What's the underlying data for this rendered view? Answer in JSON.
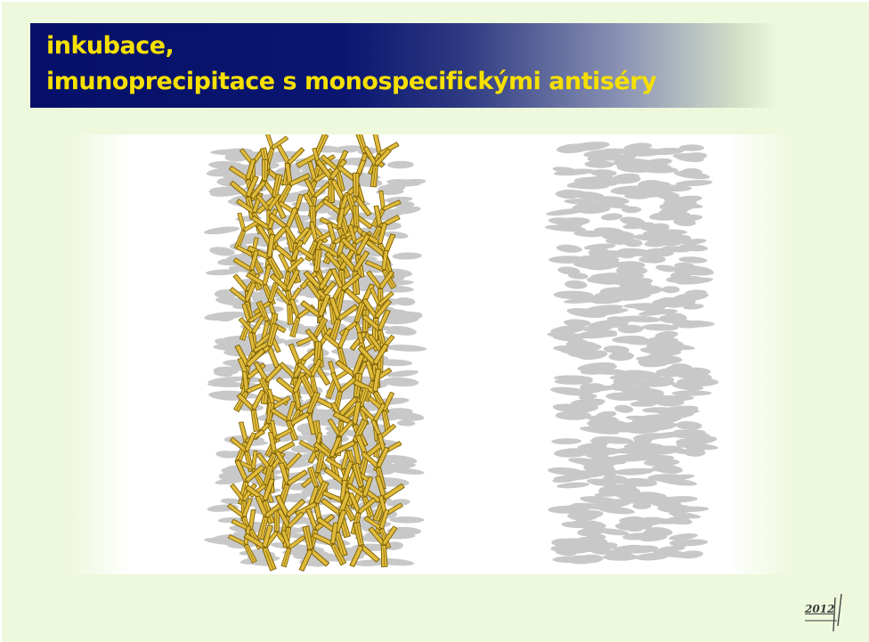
{
  "slide": {
    "title_lines": [
      "inkubace,",
      "imunoprecipitace s monospecifickými antiséry"
    ],
    "signature": "2012"
  },
  "colors": {
    "title_text": "#f6e000",
    "banner_dark": "#061068",
    "background": "#eef8dc",
    "antibody_fill": "#e0bb3c",
    "antibody_stroke": "#7a5e00",
    "antigen_gray": "#c8c8c8"
  },
  "illustration": {
    "left_column": "antigen bands with yellow antibody precipitate",
    "right_column": "antigen bands only (gray)"
  }
}
